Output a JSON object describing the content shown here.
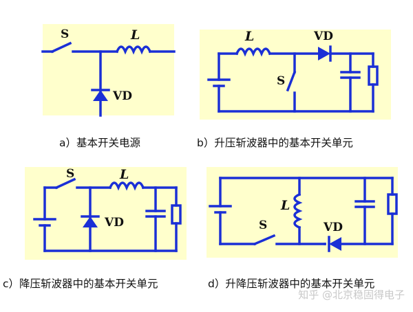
{
  "colors": {
    "panel_bg": "#ffffcc",
    "wire": "#1a2fd6",
    "text": "#111111"
  },
  "panels": [
    {
      "labels": {
        "switch": "S",
        "inductor": "L",
        "diode": "VD"
      },
      "caption": "a）基本开关电源"
    },
    {
      "labels": {
        "switch": "S",
        "inductor": "L",
        "diode": "VD"
      },
      "caption": "b）升压斩波器中的基本开关单元"
    },
    {
      "labels": {
        "switch": "S",
        "inductor": "L",
        "diode": "VD"
      },
      "caption": "c）降压斩波器中的基本开关单元"
    },
    {
      "labels": {
        "switch": "S",
        "inductor": "L",
        "diode": "VD"
      },
      "caption": "d）升降压斩波器中的基本开关单元"
    }
  ],
  "watermark": "知乎 @北京稳固得电子"
}
